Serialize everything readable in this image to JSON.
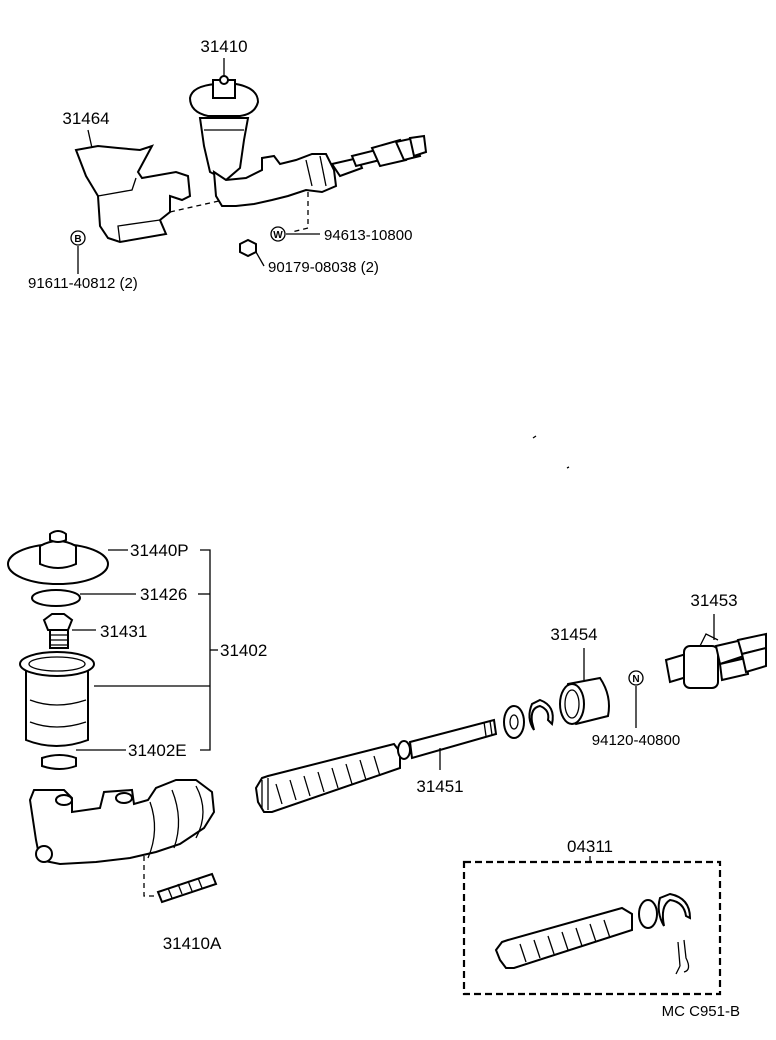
{
  "labels": {
    "p31410": "31410",
    "p31464": "31464",
    "p94613": "94613-10800",
    "p90179": "90179-08038 (2)",
    "p91611": "91611-40812 (2)",
    "p31440p": "31440P",
    "p31426": "31426",
    "p31431": "31431",
    "p31402": "31402",
    "p31402e": "31402E",
    "p31410a": "31410A",
    "p31451": "31451",
    "p31454": "31454",
    "p31453": "31453",
    "p94120": "94120-40800",
    "p04311": "04311",
    "ref_code": "MC  C951-B"
  },
  "symbols": {
    "b": "B",
    "w": "W",
    "n": "N"
  }
}
